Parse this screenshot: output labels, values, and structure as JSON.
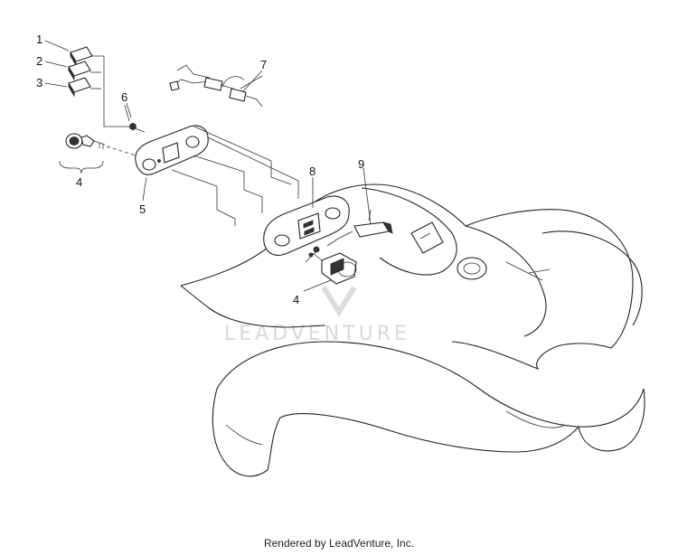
{
  "callouts": [
    {
      "id": "1",
      "text": "1"
    },
    {
      "id": "2",
      "text": "2"
    },
    {
      "id": "3",
      "text": "3"
    },
    {
      "id": "4a",
      "text": "4"
    },
    {
      "id": "4b",
      "text": "4"
    },
    {
      "id": "5",
      "text": "5"
    },
    {
      "id": "6",
      "text": "6"
    },
    {
      "id": "7",
      "text": "7"
    },
    {
      "id": "8",
      "text": "8"
    },
    {
      "id": "9",
      "text": "9"
    }
  ],
  "watermark": "LEADVENTURE",
  "footer": "Rendered by LeadVenture, Inc."
}
